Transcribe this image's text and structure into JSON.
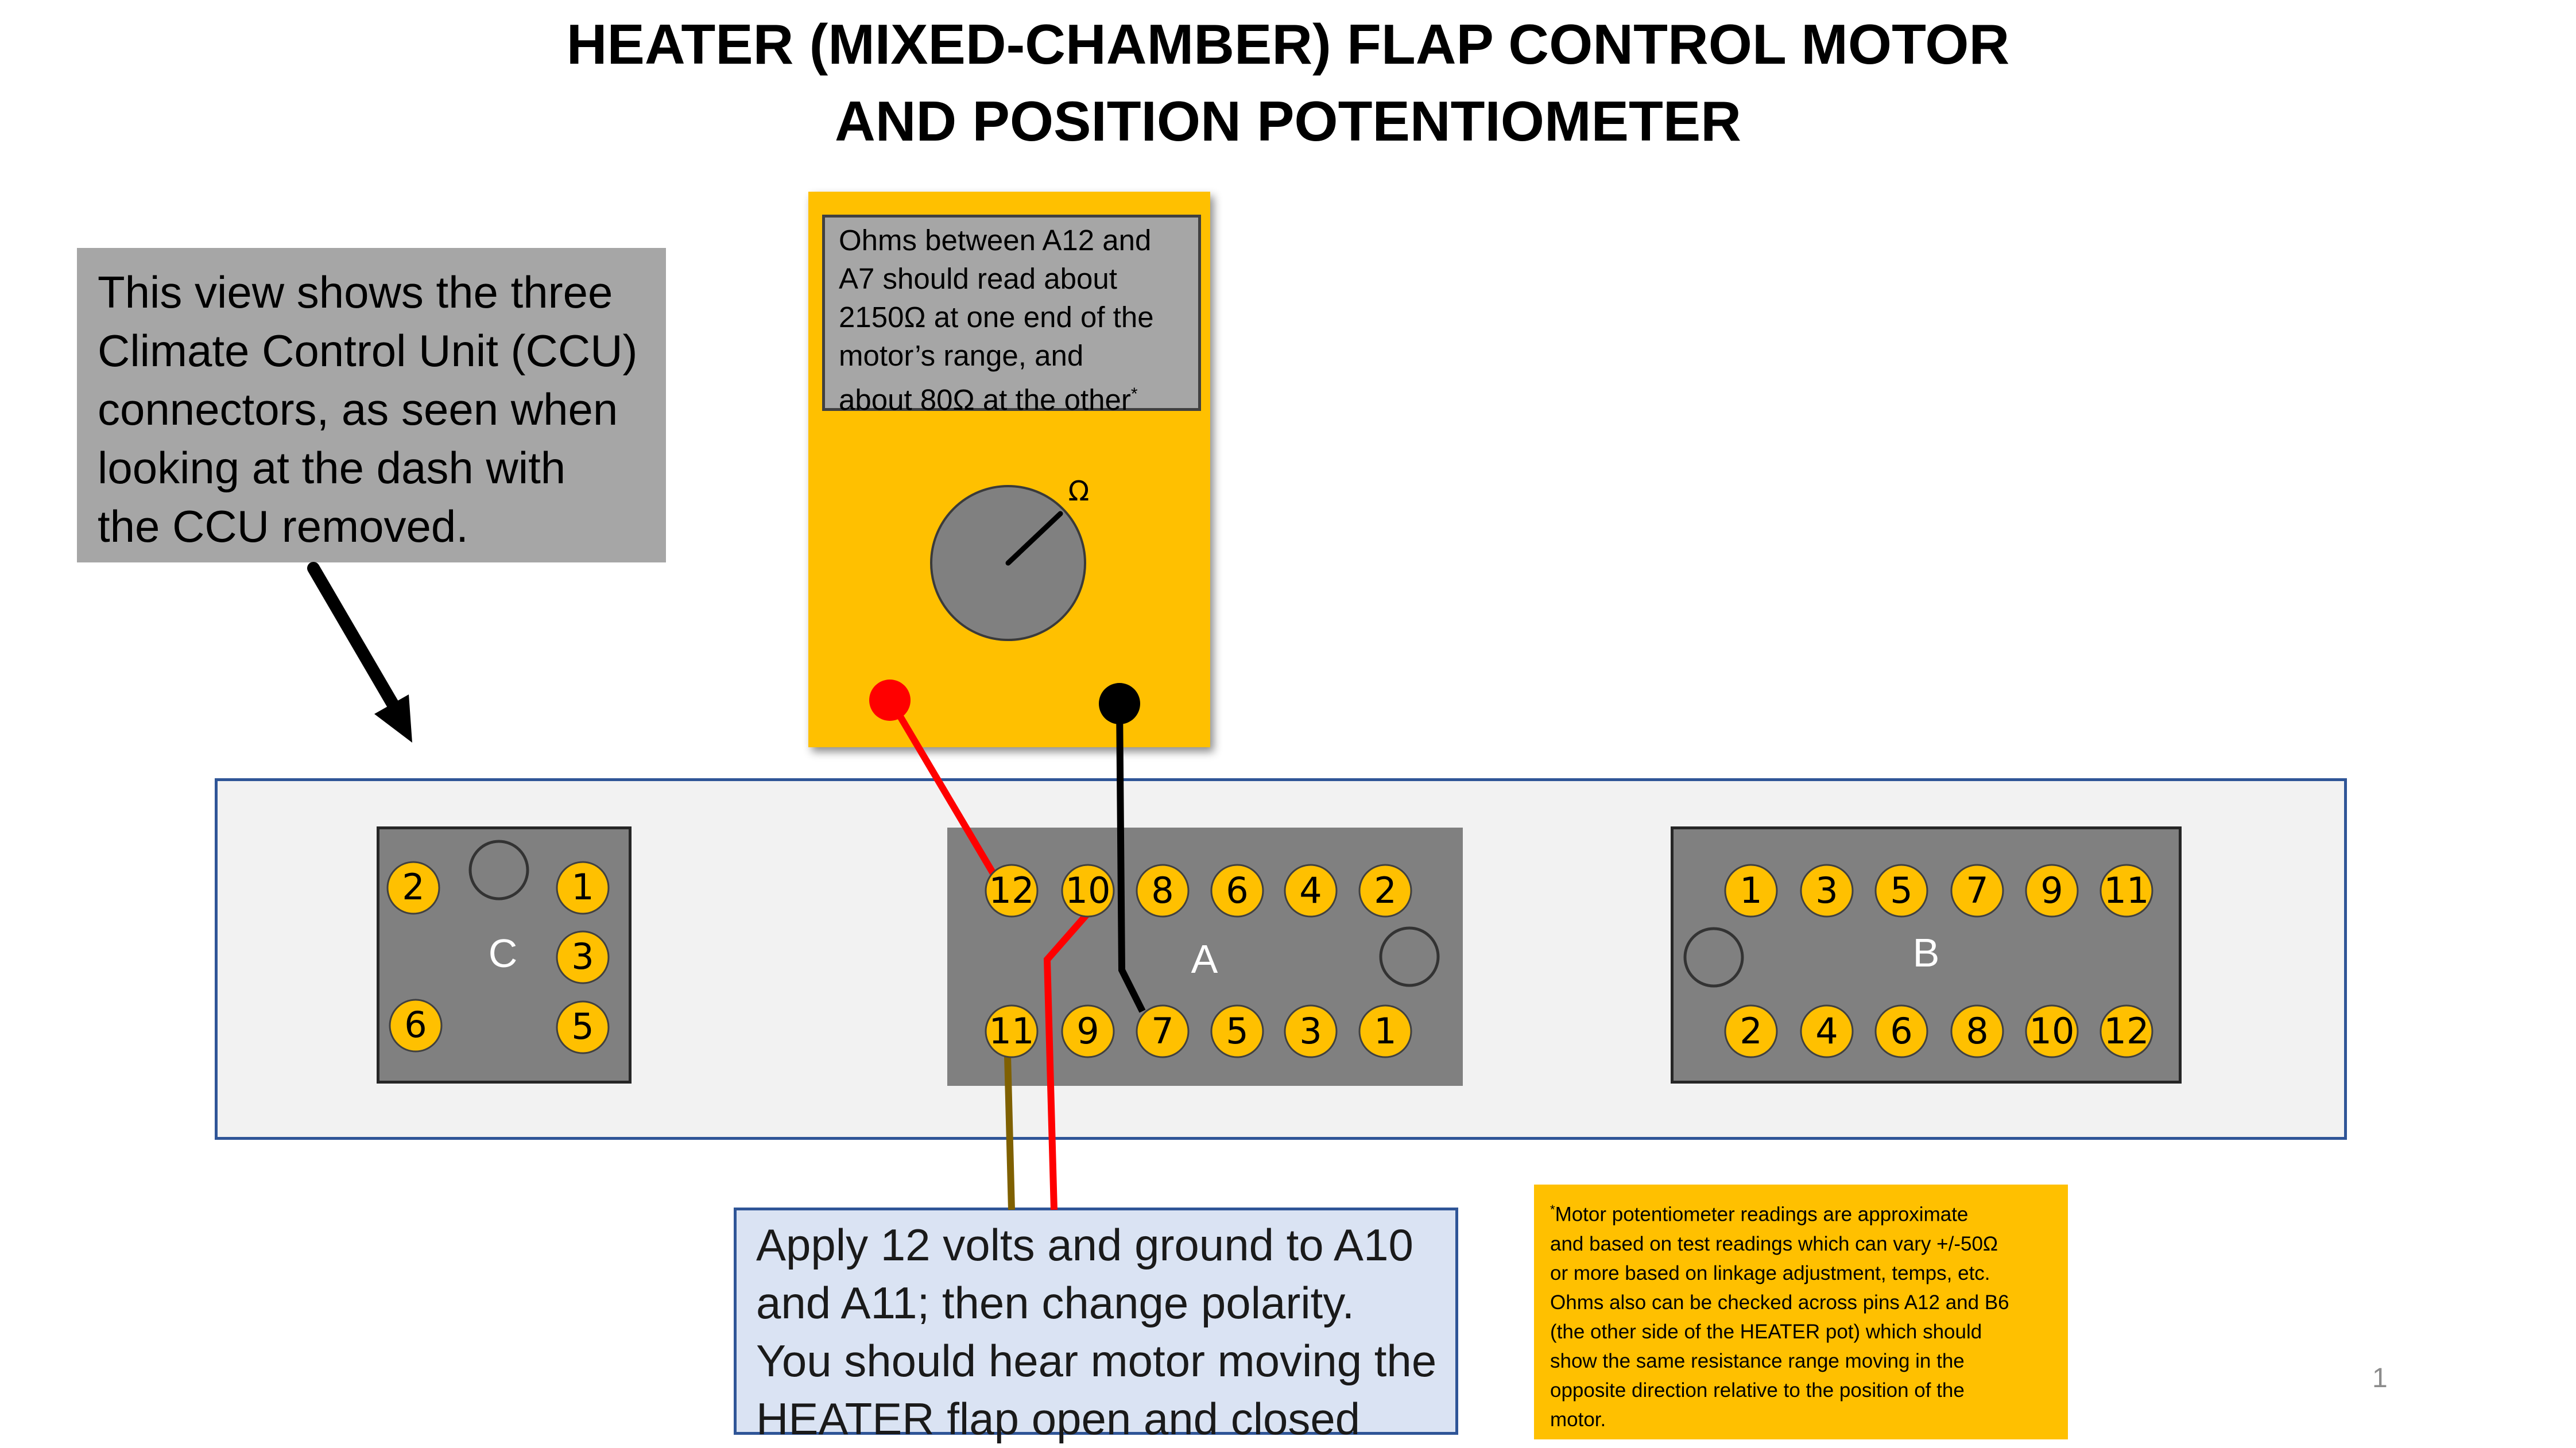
{
  "title": {
    "line1": "HEATER (MIXED-CHAMBER) FLAP CONTROL MOTOR",
    "line2": "AND POSITION POTENTIOMETER"
  },
  "view_note": {
    "lines": [
      "This view shows the three",
      "Climate Control Unit (CCU)",
      "connectors, as seen when",
      "looking at the dash with",
      "the CCU removed."
    ]
  },
  "meter": {
    "reading_lines": [
      "Ohms between A12 and",
      "A7 should read about",
      "2150Ω at one end of the",
      "motor’s range, and",
      "about  80Ω at the other"
    ],
    "reading_mark": "*",
    "dial_symbol": "Ω",
    "body_color": "#FFC000",
    "probe_red": "#FF0000",
    "probe_black": "#000000"
  },
  "connectors": {
    "C": {
      "label": "C",
      "pins": [
        "2",
        "1",
        "3",
        "6",
        "5"
      ]
    },
    "A": {
      "label": "A",
      "top_pins": [
        "12",
        "10",
        "8",
        "6",
        "4",
        "2"
      ],
      "bottom_pins": [
        "11",
        "9",
        "7",
        "5",
        "3",
        "1"
      ]
    },
    "B": {
      "label": "B",
      "top_pins": [
        "1",
        "3",
        "5",
        "7",
        "9",
        "11"
      ],
      "bottom_pins": [
        "2",
        "4",
        "6",
        "8",
        "10",
        "12"
      ]
    }
  },
  "instruction": {
    "lines": [
      "Apply 12 volts and ground to A10",
      "and A11; then change polarity.",
      "You should hear motor moving the",
      "HEATER flap open and closed"
    ]
  },
  "footnote": {
    "mark": "*",
    "lines": [
      "Motor potentiometer readings are approximate",
      "and based on test readings which can vary +/-50Ω",
      "or more based on linkage adjustment, temps, etc.",
      "Ohms also can be checked across pins A12 and B6",
      "(the other side of the HEATER pot) which should",
      "show the same resistance range moving in the",
      "opposite direction relative to the position of the",
      "motor."
    ]
  },
  "page_number": "1",
  "colors": {
    "pin_fill": "#FFC000",
    "connector_fill": "#808080",
    "panel_fill": "#F2F2F2",
    "panel_border": "#2F5597",
    "wire_brown": "#7F6000",
    "wire_red": "#FF0000"
  }
}
